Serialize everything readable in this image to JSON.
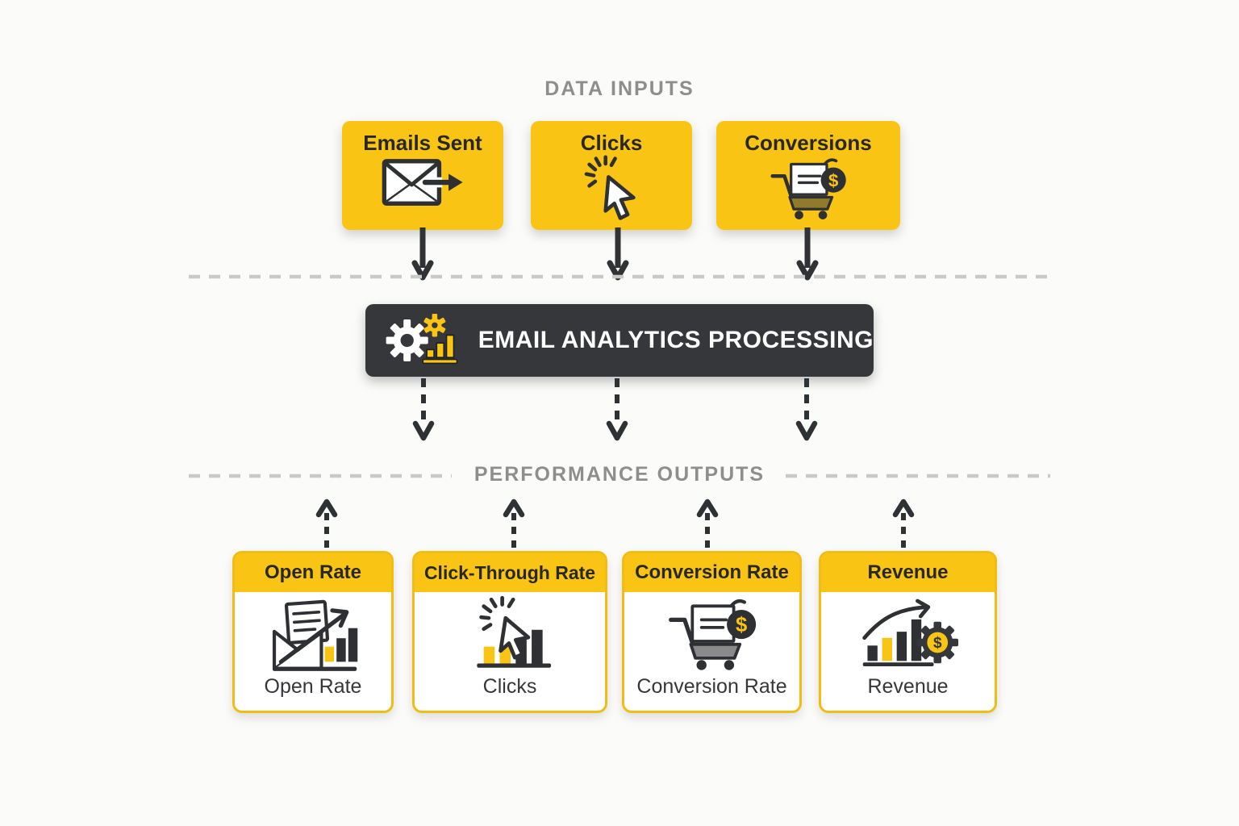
{
  "sections": {
    "inputs_title": "DATA INPUTS",
    "outputs_title": "PERFORMANCE OUTPUTS"
  },
  "inputs": [
    {
      "label": "Emails Sent",
      "icon": "email-send-icon"
    },
    {
      "label": "Clicks",
      "icon": "cursor-click-icon"
    },
    {
      "label": "Conversions",
      "icon": "cart-dollar-icon"
    }
  ],
  "processing": {
    "label": "EMAIL ANALYTICS PROCESSING",
    "icon": "gears-bar-chart-icon"
  },
  "outputs": [
    {
      "title": "Open Rate",
      "label": "Open Rate",
      "icon": "open-email-chart-icon"
    },
    {
      "title": "Click-Through Rate",
      "label": "Clicks",
      "icon": "cursor-click-bars-icon"
    },
    {
      "title": "Conversion Rate",
      "label": "Conversion Rate",
      "icon": "cart-dollar-icon"
    },
    {
      "title": "Revenue",
      "label": "Revenue",
      "icon": "growth-chart-gear-icon"
    }
  ],
  "glyphs": {
    "dollar": "$"
  },
  "colors": {
    "accent_yellow": "#F9C414",
    "dark_panel": "#35373A",
    "icon_stroke": "#2E3033",
    "section_title_gray": "#8E8E8E",
    "divider_gray": "#C9C9C9",
    "cart_tray_olive": "#8F7A2D",
    "cart_tray_gray": "#8A8A8A",
    "background": "#FBFBF9"
  }
}
